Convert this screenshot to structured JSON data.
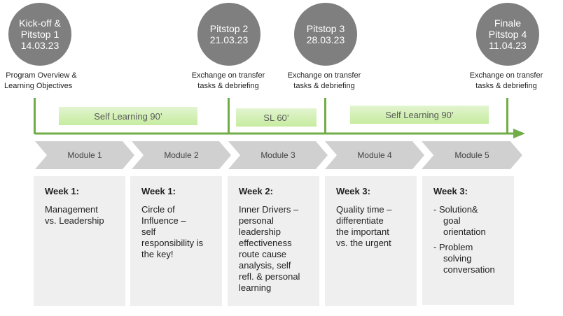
{
  "milestones": [
    {
      "lines": [
        "Kick-off &",
        "Pitstop 1",
        "14.03.23"
      ],
      "caption": [
        "Program Overview &",
        "Learning Objectives"
      ]
    },
    {
      "lines": [
        "Pitstop 2",
        "21.03.23"
      ],
      "caption": [
        "Exchange on transfer",
        "tasks & debriefing"
      ]
    },
    {
      "lines": [
        "Pitstop 3",
        "28.03.23"
      ],
      "caption": [
        "Exchange on transfer",
        "tasks & debriefing"
      ]
    },
    {
      "lines": [
        "Finale",
        "Pitstop 4",
        "11.04.23"
      ],
      "caption": [
        "Exchange on transfer",
        "tasks & debriefing"
      ]
    }
  ],
  "self_learning": [
    "Self Learning 90’",
    "SL 60’",
    "Self Learning 90’"
  ],
  "modules": [
    "Module 1",
    "Module 2",
    "Module 3",
    "Module 4",
    "Module 5"
  ],
  "weeks": [
    {
      "week": "Week 1:",
      "lines": [
        "Management",
        "vs. Leadership"
      ]
    },
    {
      "week": "Week 1:",
      "lines": [
        "Circle of",
        "Influence –",
        "self",
        "responsibility is",
        "the key!"
      ]
    },
    {
      "week": "Week 2:",
      "lines": [
        "Inner Drivers –",
        "personal",
        "leadership",
        "effectiveness",
        "route cause",
        "analysis, self",
        "refl. & personal",
        "learning"
      ]
    },
    {
      "week": "Week 3:",
      "lines": [
        "Quality time –",
        "differentiate",
        "the important",
        "vs. the urgent"
      ]
    },
    {
      "week": "Week 3:",
      "lines": [
        "- Solution&",
        "goal",
        "orientation",
        "- Problem",
        "solving",
        "conversation"
      ]
    }
  ],
  "colors": {
    "accent": "#70ad47",
    "circle": "#7f7f7f",
    "chevron": "#d0d0d0",
    "card": "#efefef"
  }
}
